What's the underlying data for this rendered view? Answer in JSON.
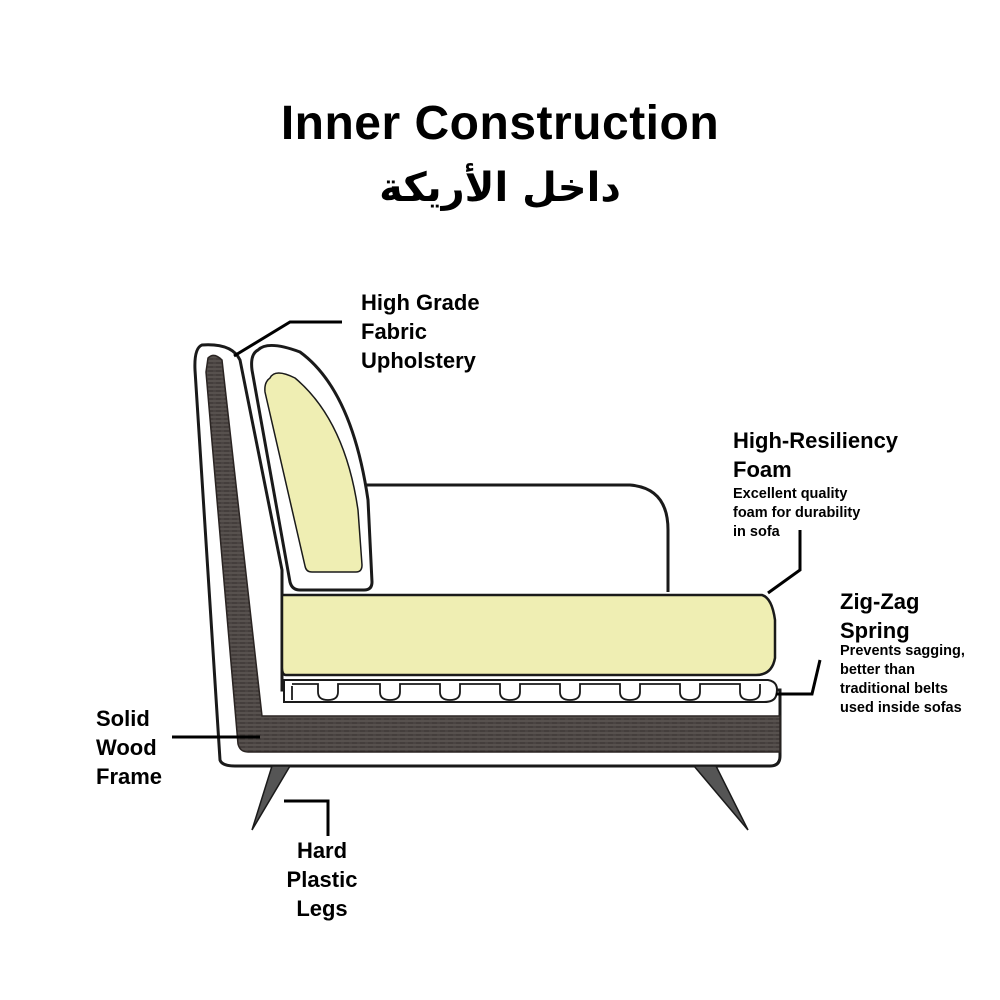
{
  "title": "Inner Construction",
  "subtitle": "داخل الأريكة",
  "labels": {
    "upholstery": [
      "High Grade",
      "Fabric",
      "Upholstery"
    ],
    "foam": {
      "title": [
        "High-Resiliency",
        "Foam"
      ],
      "description": [
        "Excellent quality",
        "foam for durability",
        "in sofa"
      ]
    },
    "spring": {
      "title": [
        "Zig-Zag",
        "Spring"
      ],
      "description": [
        "Prevents sagging,",
        "better than",
        "traditional belts",
        "used inside sofas"
      ]
    },
    "frame": [
      "Solid",
      "Wood",
      "Frame"
    ],
    "legs": [
      "Hard",
      "Plastic",
      "Legs"
    ]
  },
  "colors": {
    "foam": "#efeeb3",
    "frame": "#4a4442",
    "outline": "#1a1a1a",
    "leg": "#555555"
  }
}
